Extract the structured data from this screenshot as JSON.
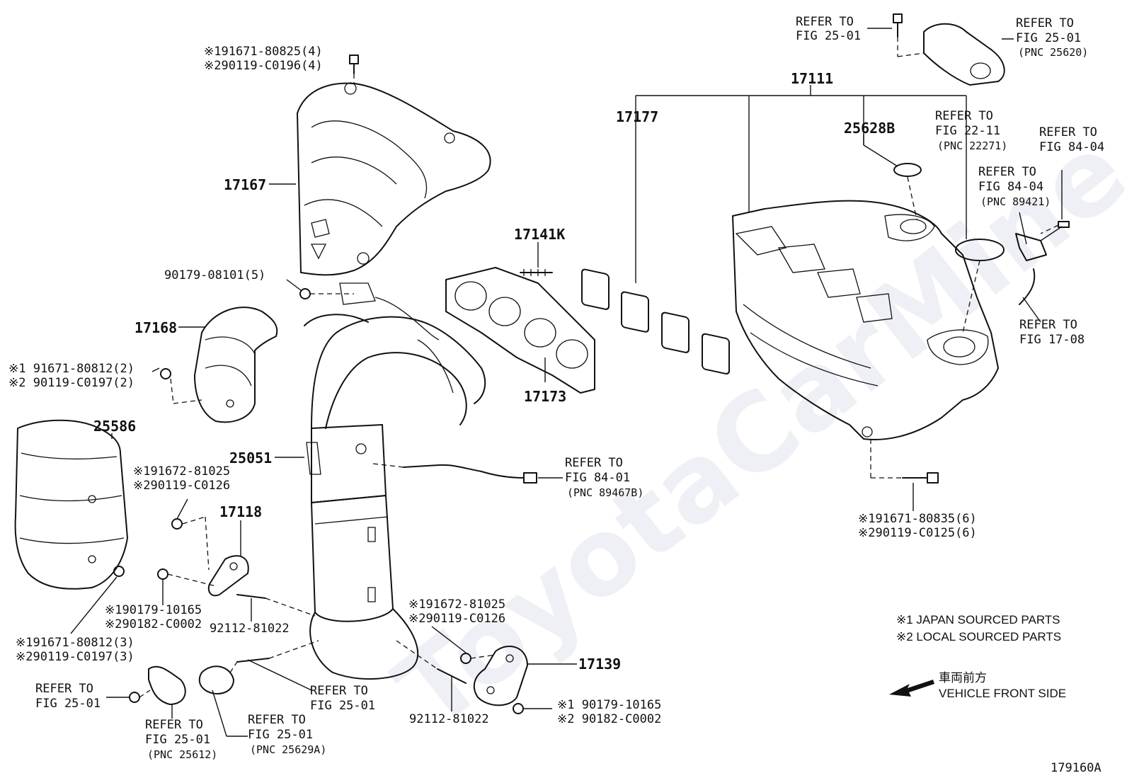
{
  "watermark": "ToyotaCarMine.eu",
  "figure_id": "179160A",
  "legend": {
    "line1": "※1 JAPAN SOURCED PARTS",
    "line2": "※2 LOCAL SOURCED PARTS",
    "direction_jp": "車両前方",
    "direction_en": "VEHICLE FRONT SIDE"
  },
  "parts": {
    "p17111": "17111",
    "p17177": "17177",
    "p25628b": "25628B",
    "p17167": "17167",
    "p17141k": "17141K",
    "p17168": "17168",
    "p17173": "17173",
    "p25586": "25586",
    "p25051": "25051",
    "p17118": "17118",
    "p17139": "17139",
    "p90179_08101": "90179-08101(5)",
    "p92112_81022_a": "92112-81022",
    "p92112_81022_b": "92112-81022"
  },
  "fastener_notes": {
    "top_a1": "※191671-80825(4)",
    "top_a2": "※290119-C0196(4)",
    "left_b1": "※1 91671-80812(2)",
    "left_b2": "※2 90119-C0197(2)",
    "mid_c1": "※191672-81025",
    "mid_c2": "※290119-C0126",
    "low_d1": "※190179-10165",
    "low_d2": "※290182-C0002",
    "low_e1": "※191671-80812(3)",
    "low_e2": "※290119-C0197(3)",
    "cat_f1": "※191672-81025",
    "cat_f2": "※290119-C0126",
    "br_g1": "※1 90179-10165",
    "br_g2": "※2 90182-C0002",
    "im_h1": "※191671-80835(6)",
    "im_h2": "※290119-C0125(6)"
  },
  "refs": {
    "r_top_left_1": "REFER TO",
    "r_top_left_2": "FIG 25-01",
    "r_top_right_1": "REFER TO",
    "r_top_right_2": "FIG 25-01",
    "r_top_right_3": "(PNC 25620)",
    "r_2211_1": "REFER TO",
    "r_2211_2": "FIG 22-11",
    "r_2211_3": "(PNC 22271)",
    "r_8404a_1": "REFER TO",
    "r_8404a_2": "FIG 84-04",
    "r_8404b_1": "REFER TO",
    "r_8404b_2": "FIG 84-04",
    "r_8404b_3": "(PNC 89421)",
    "r_1708_1": "REFER TO",
    "r_1708_2": "FIG 17-08",
    "r_8401_1": "REFER TO",
    "r_8401_2": "FIG 84-01",
    "r_8401_3": "(PNC 89467B)",
    "r_bl1_1": "REFER TO",
    "r_bl1_2": "FIG 25-01",
    "r_bl2_1": "REFER TO",
    "r_bl2_2": "FIG 25-01",
    "r_bl2_3": "(PNC 25612)",
    "r_bl3_1": "REFER TO",
    "r_bl3_2": "FIG 25-01",
    "r_bl3_3": "(PNC 25629A)",
    "r_bl4_1": "REFER TO",
    "r_bl4_2": "FIG 25-01"
  }
}
